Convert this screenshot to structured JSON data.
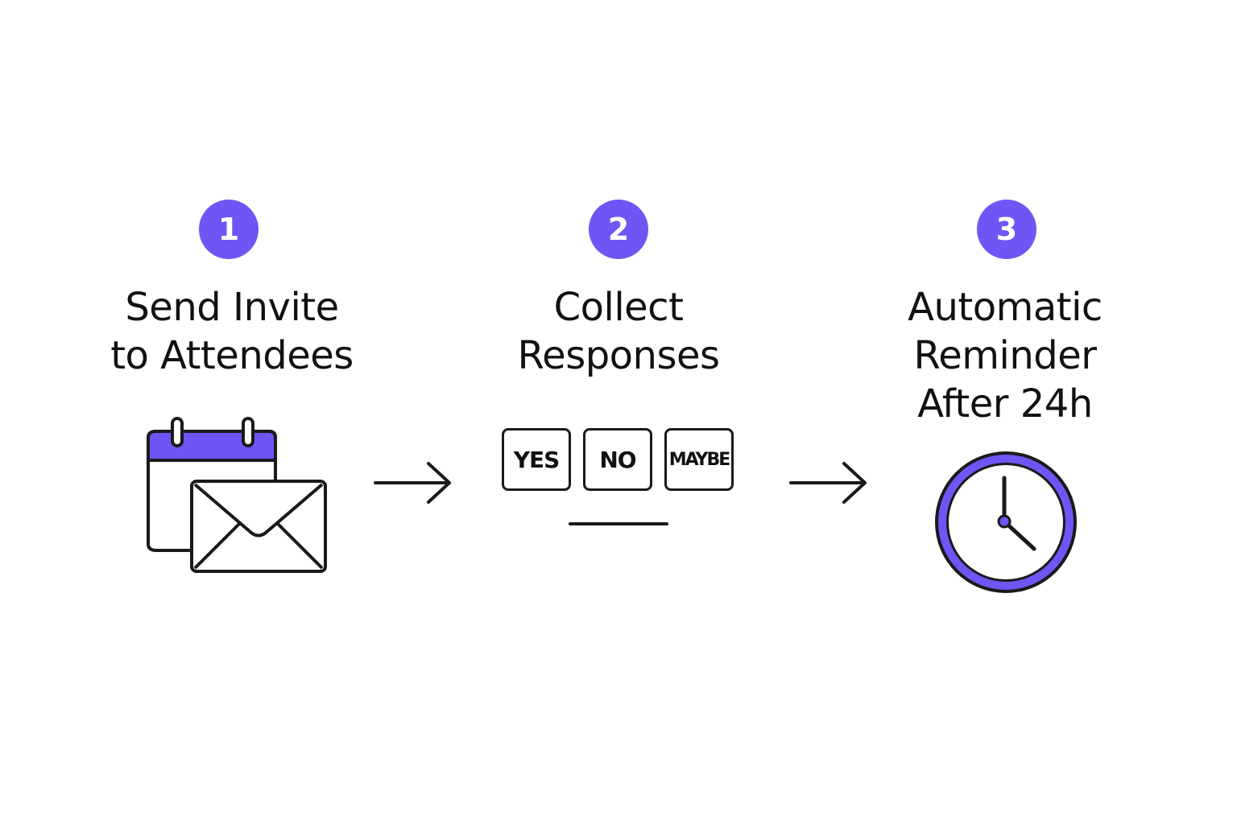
{
  "colors": {
    "accent": "#6e56f5",
    "ink": "#1a1a1a",
    "background": "#ffffff"
  },
  "steps": [
    {
      "number": "1",
      "title_lines": [
        "Send Invite",
        "to Attendees"
      ],
      "icon": "calendar-envelope-icon"
    },
    {
      "number": "2",
      "title_lines": [
        "Collect",
        "Responses"
      ],
      "icon": "rsvp-options",
      "options": [
        "YES",
        "NO",
        "MAYBE"
      ]
    },
    {
      "number": "3",
      "title_lines": [
        "Automatic",
        "Reminder",
        "After 24h"
      ],
      "icon": "clock-icon"
    }
  ],
  "connectors": [
    "arrow-right-icon",
    "arrow-right-icon"
  ]
}
